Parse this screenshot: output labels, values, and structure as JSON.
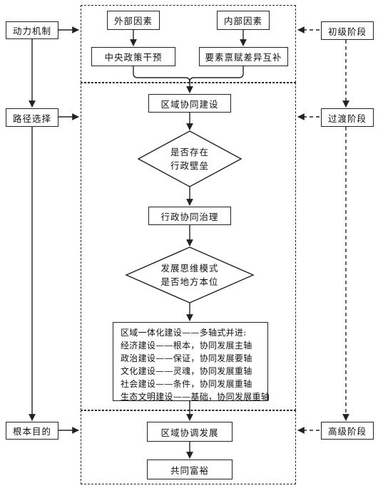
{
  "left_column": {
    "dynamics": "动力机制",
    "path": "路径选择",
    "goal": "根本目的"
  },
  "right_column": {
    "initial": "初级阶段",
    "transition": "过渡阶段",
    "advanced": "高级阶段"
  },
  "top": {
    "external": "外部因素",
    "internal": "内部因素",
    "central_policy": "中央政策干预",
    "factor_endowment": "要素禀赋差异互补"
  },
  "flow": {
    "regional_coop": "区域协同建设",
    "decision1_line1": "是否存在",
    "decision1_line2": "行政壁垒",
    "admin_governance": "行政协同治理",
    "decision2_line1": "发展思维模式",
    "decision2_line2": "是否地方本位",
    "integration": {
      "title": "区域一体化建设——多轴式并进:",
      "items": [
        "经济建设——根本，协同发展主轴",
        "政治建设——保证，协同发展要轴",
        "文化建设——灵魂，协同发展重轴",
        "社会建设——条件，协同发展重轴",
        "生态文明建设——基础，协同发展重轴"
      ]
    },
    "coordinated_dev": "区域协调发展",
    "common_prosperity": "共同富裕"
  }
}
